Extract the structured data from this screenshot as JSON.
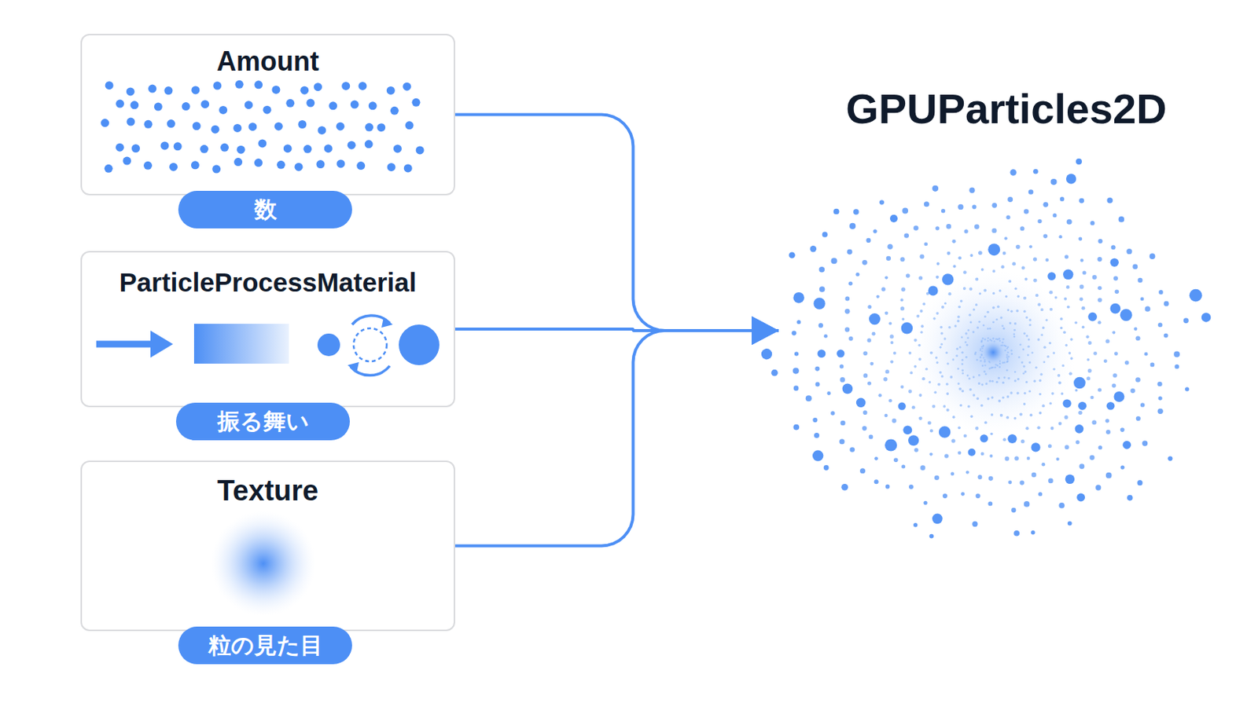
{
  "diagram": {
    "nodes": [
      {
        "text": [
          "Amount",
          "数"
        ]
      },
      {
        "text": [
          "ParticleProcessMaterial",
          "振る舞い"
        ]
      },
      {
        "text": [
          "Texture",
          "粒の見た目"
        ]
      },
      {
        "text": [
          "GPUParticles2D"
        ]
      }
    ],
    "edges": [
      {
        "from": 0,
        "to": 3,
        "arrow": "to"
      },
      {
        "from": 1,
        "to": 3,
        "arrow": "to"
      },
      {
        "from": 2,
        "to": 3,
        "arrow": "to"
      }
    ]
  }
}
